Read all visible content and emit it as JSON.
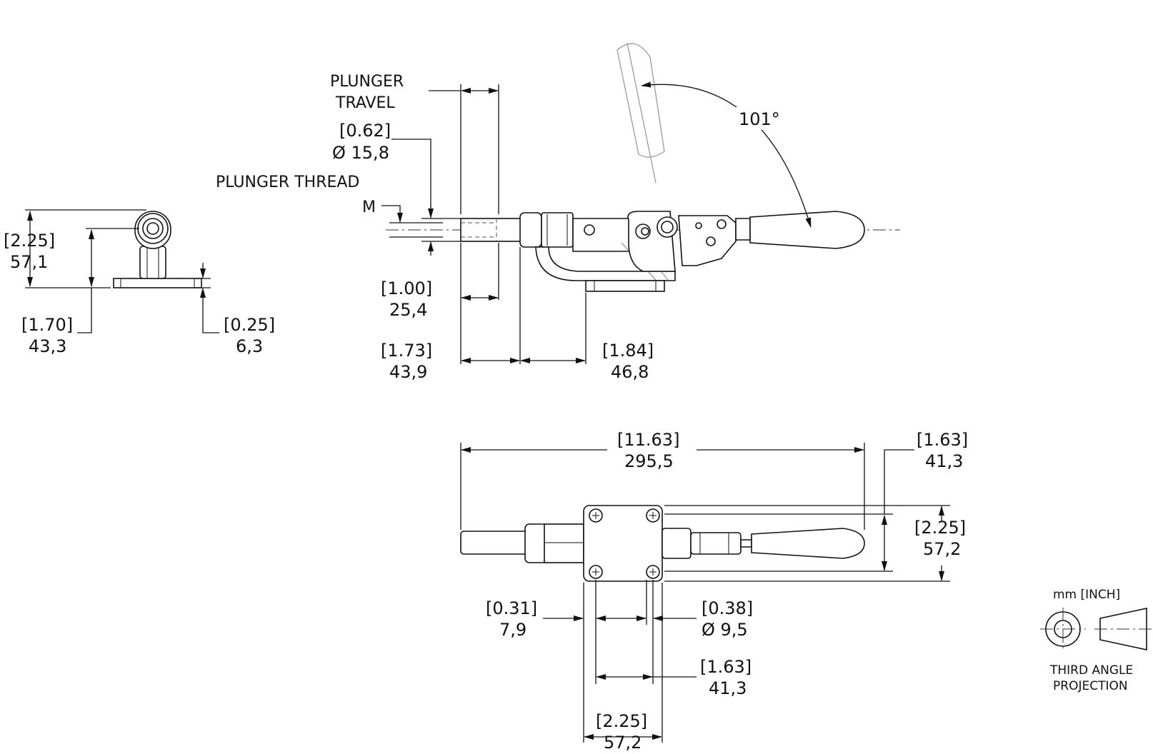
{
  "labels": {
    "plunger_travel_1": "PLUNGER",
    "plunger_travel_2": "TRAVEL",
    "plunger_thread": "PLUNGER THREAD",
    "thread_m": "M",
    "units": "mm [INCH]",
    "projection_1": "THIRD ANGLE",
    "projection_2": "PROJECTION"
  },
  "angle": "101°",
  "dimensions": {
    "plunger_dia": {
      "inch": "[0.62]",
      "mm": "Ø 15,8"
    },
    "side_height": {
      "inch": "[2.25]",
      "mm": "57,1"
    },
    "side_center": {
      "inch": "[1.70]",
      "mm": "43,3"
    },
    "side_base_thk": {
      "inch": "[0.25]",
      "mm": "6,3"
    },
    "travel": {
      "inch": "[1.00]",
      "mm": "25,4"
    },
    "plunger_to_body": {
      "inch": "[1.73]",
      "mm": "43,9"
    },
    "body_to_base": {
      "inch": "[1.84]",
      "mm": "46,8"
    },
    "overall_length": {
      "inch": "[11.63]",
      "mm": "295,5"
    },
    "handle_offset": {
      "inch": "[1.63]",
      "mm": "41,3"
    },
    "base_width_r": {
      "inch": "[2.25]",
      "mm": "57,2"
    },
    "hole_edge": {
      "inch": "[0.31]",
      "mm": "7,9"
    },
    "hole_dia": {
      "inch": "[0.38]",
      "mm": "Ø 9,5"
    },
    "hole_spacing": {
      "inch": "[1.63]",
      "mm": "41,3"
    },
    "base_width_b": {
      "inch": "[2.25]",
      "mm": "57,2"
    }
  }
}
